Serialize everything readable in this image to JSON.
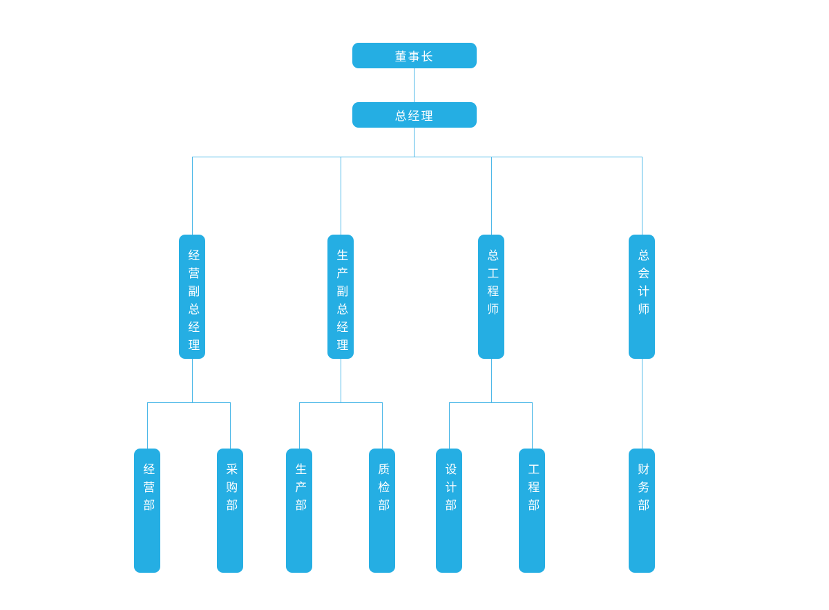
{
  "org_chart": {
    "type": "organization-chart",
    "node_color": "#25aee3",
    "line_color": "#4db8e8",
    "text_color": "#ffffff",
    "root": {
      "label": "董事长"
    },
    "general_manager": {
      "label": "总经理"
    },
    "branches": [
      {
        "label": "经营副总经理",
        "children": [
          {
            "label": "经营部"
          },
          {
            "label": "采购部"
          }
        ]
      },
      {
        "label": "生产副总经理",
        "children": [
          {
            "label": "生产部"
          },
          {
            "label": "质检部"
          }
        ]
      },
      {
        "label": "总工程师",
        "children": [
          {
            "label": "设计部"
          },
          {
            "label": "工程部"
          }
        ]
      },
      {
        "label": "总会计师",
        "children": [
          {
            "label": "财务部"
          }
        ]
      }
    ]
  }
}
